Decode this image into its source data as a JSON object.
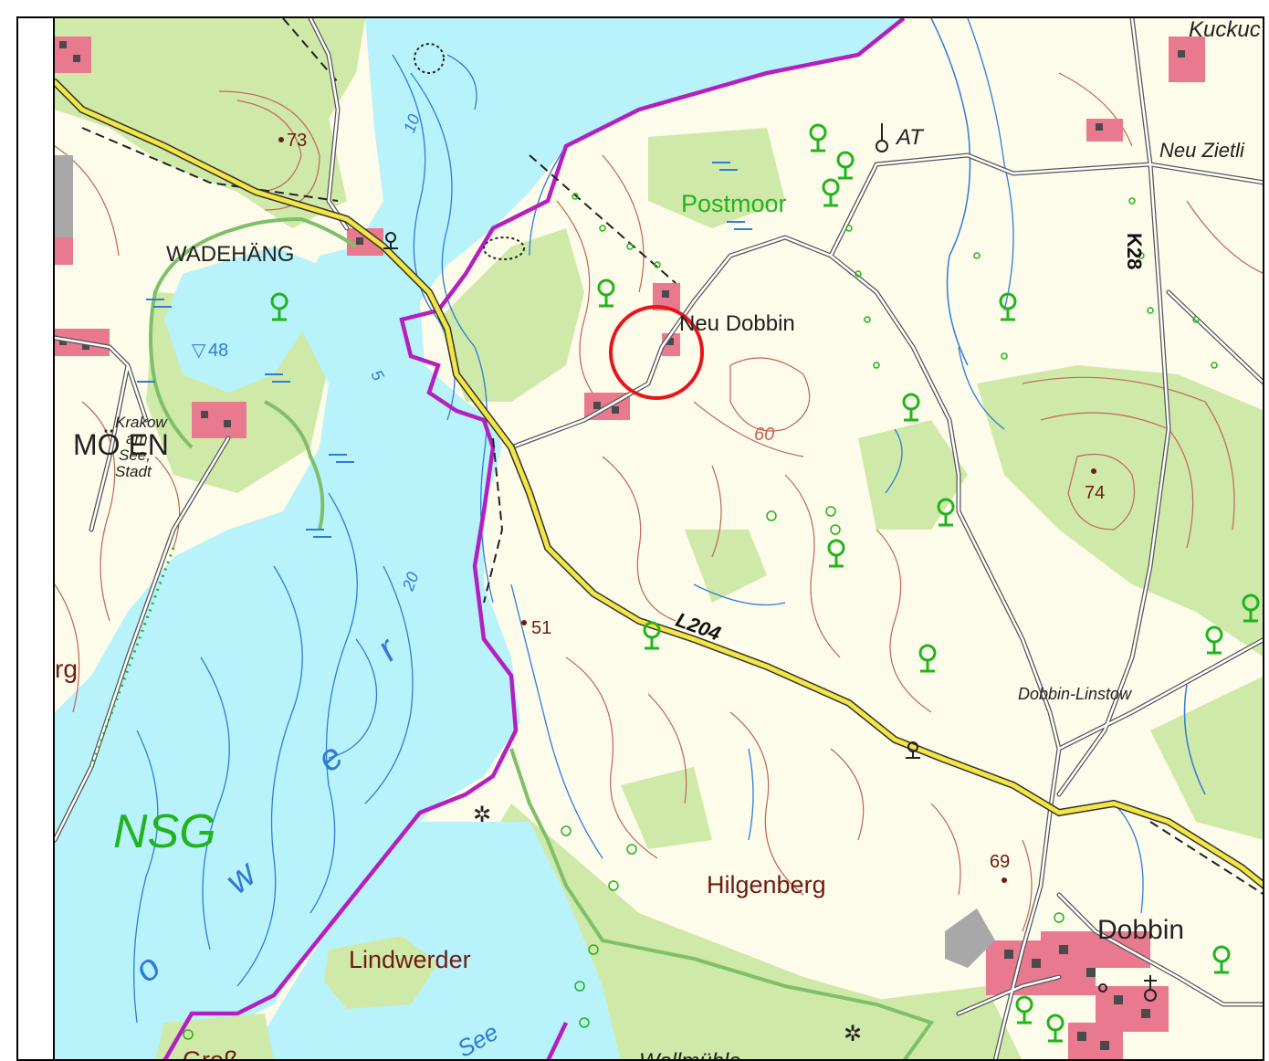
{
  "map": {
    "place_labels": {
      "kuckuck": "Kuckuc",
      "neu_zietlitz": "Neu Zietli",
      "postmoor": "Postmoor",
      "neu_dobbin": "Neu Dobbin",
      "wadehaeng": "WADEHÄNG",
      "moellen": "MÖ  EN",
      "krakow_am_see": [
        "Krakow",
        "am",
        "See,",
        "Stadt"
      ],
      "dobbin_linstow": "Dobbin-Linstow",
      "hilgenberg": "Hilgenberg",
      "dobbin": "Dobbin",
      "lindwerder": "Lindwerder",
      "gross": "Groß",
      "wallmuehle": "Wallmühle",
      "berg_fragment": "rg",
      "nsg": "NSG",
      "at": "AT"
    },
    "water_labels": {
      "see": "See",
      "lake_letters": [
        "o",
        "w",
        "e",
        "r"
      ]
    },
    "road_labels": {
      "l204": "L204",
      "k28": "K28"
    },
    "elevations": {
      "e73": "73",
      "e48": "48",
      "e60": "60",
      "e74": "74",
      "e51": "51",
      "e69": "69"
    },
    "depth_labels": {
      "d10": "10",
      "d5": "5",
      "d20": "20"
    },
    "colors": {
      "water": "#b8f2fb",
      "forest": "#cfe9a8",
      "meadow": "#fdfbe9",
      "road_yellow": "#f3e642",
      "boundary": "#b51fc0",
      "contour": "#c0655a",
      "settlement": "#e8798e",
      "green_symbol": "#22b41e",
      "highlight_circle": "#e8141b",
      "label_brown": "#6e1b12"
    },
    "highlight": "red-circle-around-neu-dobbin"
  }
}
